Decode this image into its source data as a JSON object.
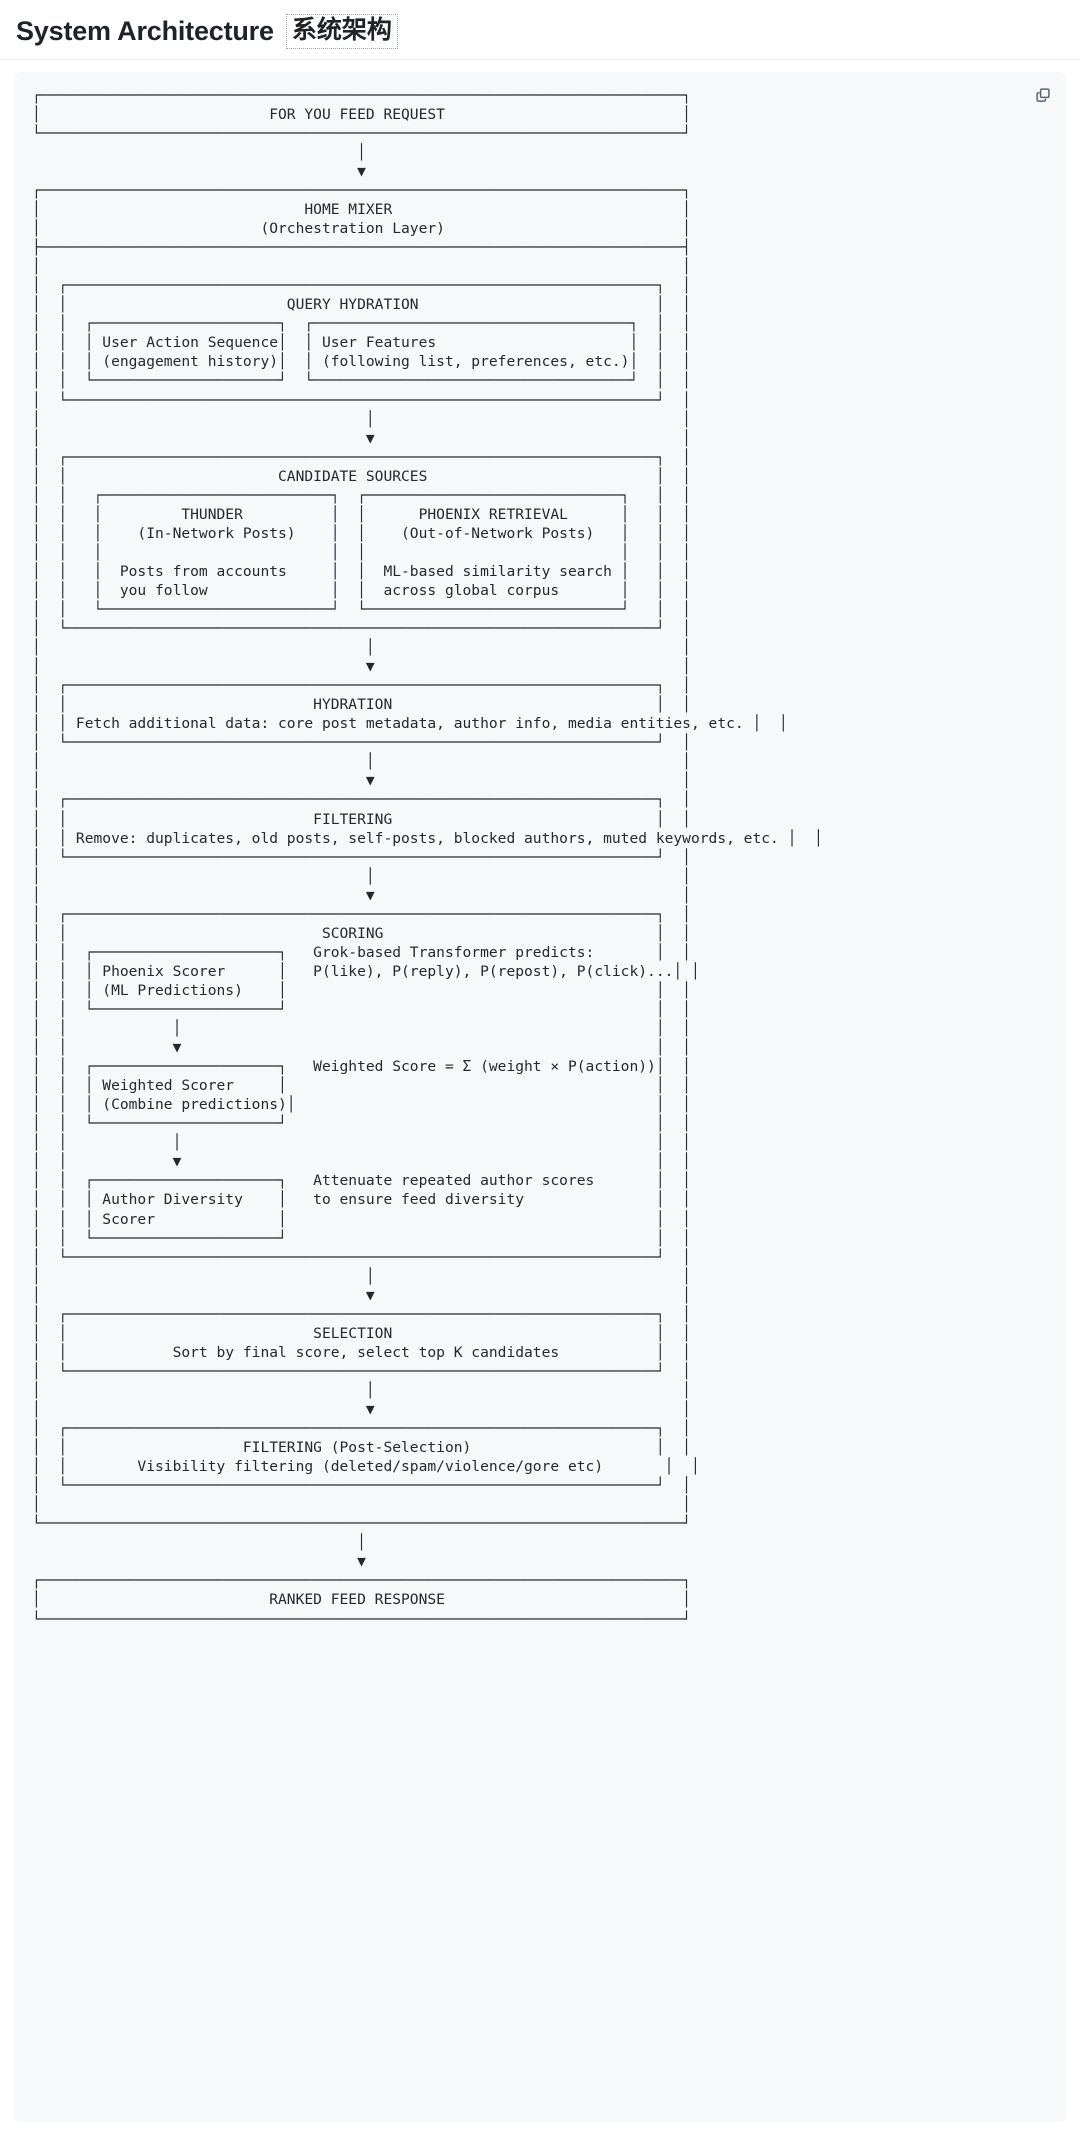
{
  "header": {
    "title_en": "System Architecture",
    "title_zh": "系统架构",
    "copy_icon": "copy-icon"
  },
  "diagram": {
    "type": "ascii-flowchart",
    "title": "For You Feed ranking pipeline",
    "nodes": [
      {
        "id": "request",
        "label": "FOR YOU FEED REQUEST",
        "level": 0
      },
      {
        "id": "home_mixer",
        "label": "HOME MIXER",
        "sublabel": "(Orchestration Layer)",
        "level": 0
      },
      {
        "id": "query_hydration",
        "label": "QUERY HYDRATION",
        "level": 1,
        "children": [
          {
            "id": "user_action_sequence",
            "lines": [
              "User Action Sequence",
              "(engagement history)"
            ]
          },
          {
            "id": "user_features",
            "lines": [
              "User Features",
              "(following list, preferences, etc.)"
            ]
          }
        ]
      },
      {
        "id": "candidate_sources",
        "label": "CANDIDATE SOURCES",
        "level": 1,
        "children": [
          {
            "id": "thunder",
            "title": "THUNDER",
            "subtitle": "(In-Network Posts)",
            "body": [
              "Posts from accounts",
              "you follow"
            ]
          },
          {
            "id": "phoenix_retrieval",
            "title": "PHOENIX RETRIEVAL",
            "subtitle": "(Out-of-Network Posts)",
            "body": [
              "ML-based similarity search",
              "across global corpus"
            ]
          }
        ]
      },
      {
        "id": "hydration",
        "label": "HYDRATION",
        "desc": "Fetch additional data: core post metadata, author info, media entities, etc.",
        "level": 1
      },
      {
        "id": "filtering",
        "label": "FILTERING",
        "desc": "Remove: duplicates, old posts, self-posts, blocked authors, muted keywords, etc.",
        "level": 1
      },
      {
        "id": "scoring",
        "label": "SCORING",
        "level": 1,
        "children": [
          {
            "id": "phoenix_scorer",
            "lines": [
              "Phoenix Scorer",
              "(ML Predictions)"
            ],
            "note": [
              "Grok-based Transformer predicts:",
              "P(like), P(reply), P(repost), P(click)..."
            ]
          },
          {
            "id": "weighted_scorer",
            "lines": [
              "Weighted Scorer",
              "(Combine predictions)"
            ],
            "note": [
              "Weighted Score = Σ (weight × P(action))"
            ]
          },
          {
            "id": "author_diversity_scorer",
            "lines": [
              "Author Diversity",
              "Scorer"
            ],
            "note": [
              "Attenuate repeated author scores",
              "to ensure feed diversity"
            ]
          }
        ]
      },
      {
        "id": "selection",
        "label": "SELECTION",
        "desc": "Sort by final score, select top K candidates",
        "level": 1
      },
      {
        "id": "filtering_post",
        "label": "FILTERING (Post-Selection)",
        "desc": "Visibility filtering (deleted/spam/violence/gore etc)",
        "level": 1
      },
      {
        "id": "response",
        "label": "RANKED FEED RESPONSE",
        "level": 0
      }
    ],
    "art": "┌─────────────────────────────────────────────────────────────────────────┐\n│                          FOR YOU FEED REQUEST                           │\n└─────────────────────────────────────────────────────────────────────────┘\n                                     │\n                                     ▼\n┌─────────────────────────────────────────────────────────────────────────┐\n│                              HOME MIXER                                 │\n│                         (Orchestration Layer)                           │\n├─────────────────────────────────────────────────────────────────────────┤\n│                                                                         │\n│  ┌───────────────────────────────────────────────────────────────────┐  │\n│  │                         QUERY HYDRATION                           │  │\n│  │  ┌─────────────────────┐  ┌────────────────────────────────────┐  │  │\n│  │  │ User Action Sequence│  │ User Features                      │  │  │\n│  │  │ (engagement history)│  │ (following list, preferences, etc.)│  │  │\n│  │  └─────────────────────┘  └────────────────────────────────────┘  │  │\n│  └───────────────────────────────────────────────────────────────────┘  │\n│                                     │                                   │\n│                                     ▼                                   │\n│  ┌───────────────────────────────────────────────────────────────────┐  │\n│  │                        CANDIDATE SOURCES                          │  │\n│  │   ┌──────────────────────────┐  ┌─────────────────────────────┐   │  │\n│  │   │         THUNDER          │  │      PHOENIX RETRIEVAL      │   │  │\n│  │   │    (In-Network Posts)    │  │    (Out-of-Network Posts)   │   │  │\n│  │   │                          │  │                             │   │  │\n│  │   │  Posts from accounts     │  │  ML-based similarity search │   │  │\n│  │   │  you follow              │  │  across global corpus       │   │  │\n│  │   └──────────────────────────┘  └─────────────────────────────┘   │  │\n│  └───────────────────────────────────────────────────────────────────┘  │\n│                                     │                                   │\n│                                     ▼                                   │\n│  ┌───────────────────────────────────────────────────────────────────┐  │\n│  │                            HYDRATION                              │  │\n│  │ Fetch additional data: core post metadata, author info, media entities, etc. │  │\n│  └───────────────────────────────────────────────────────────────────┘  │\n│                                     │                                   │\n│                                     ▼                                   │\n│  ┌───────────────────────────────────────────────────────────────────┐  │\n│  │                            FILTERING                              │  │\n│  │ Remove: duplicates, old posts, self-posts, blocked authors, muted keywords, etc. │  │\n│  └───────────────────────────────────────────────────────────────────┘  │\n│                                     │                                   │\n│                                     ▼                                   │\n│  ┌───────────────────────────────────────────────────────────────────┐  │\n│  │                             SCORING                               │  │\n│  │  ┌─────────────────────┐   Grok-based Transformer predicts:       │  │\n│  │  │ Phoenix Scorer      │   P(like), P(reply), P(repost), P(click)...│ │\n│  │  │ (ML Predictions)    │                                          │  │\n│  │  └─────────────────────┘                                          │  │\n│  │            │                                                      │  │\n│  │            ▼                                                      │  │\n│  │  ┌─────────────────────┐   Weighted Score = Σ (weight × P(action))│  │\n│  │  │ Weighted Scorer     │                                          │  │\n│  │  │ (Combine predictions)│                                         │  │\n│  │  └─────────────────────┘                                          │  │\n│  │            │                                                      │  │\n│  │            ▼                                                      │  │\n│  │  ┌─────────────────────┐   Attenuate repeated author scores       │  │\n│  │  │ Author Diversity    │   to ensure feed diversity               │  │\n│  │  │ Scorer              │                                          │  │\n│  │  └─────────────────────┘                                          │  │\n│  └───────────────────────────────────────────────────────────────────┘  │\n│                                     │                                   │\n│                                     ▼                                   │\n│  ┌───────────────────────────────────────────────────────────────────┐  │\n│  │                            SELECTION                              │  │\n│  │            Sort by final score, select top K candidates           │  │\n│  └───────────────────────────────────────────────────────────────────┘  │\n│                                     │                                   │\n│                                     ▼                                   │\n│  ┌───────────────────────────────────────────────────────────────────┐  │\n│  │                    FILTERING (Post-Selection)                     │  │\n│  │        Visibility filtering (deleted/spam/violence/gore etc)       │  │\n│  └───────────────────────────────────────────────────────────────────┘  │\n│                                                                         │\n└─────────────────────────────────────────────────────────────────────────┘\n                                     │\n                                     ▼\n┌─────────────────────────────────────────────────────────────────────────┐\n│                          RANKED FEED RESPONSE                           │\n└─────────────────────────────────────────────────────────────────────────┘"
  }
}
